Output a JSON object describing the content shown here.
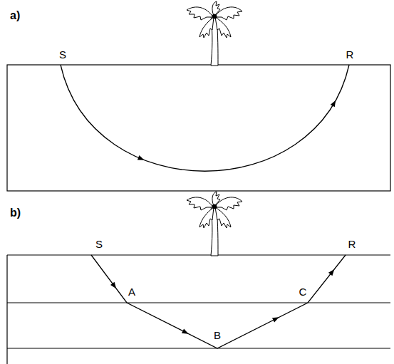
{
  "diagram": {
    "labels": [
      "a)",
      "S",
      "R",
      "b)",
      "S",
      "A",
      "C",
      "B",
      "R"
    ]
  }
}
